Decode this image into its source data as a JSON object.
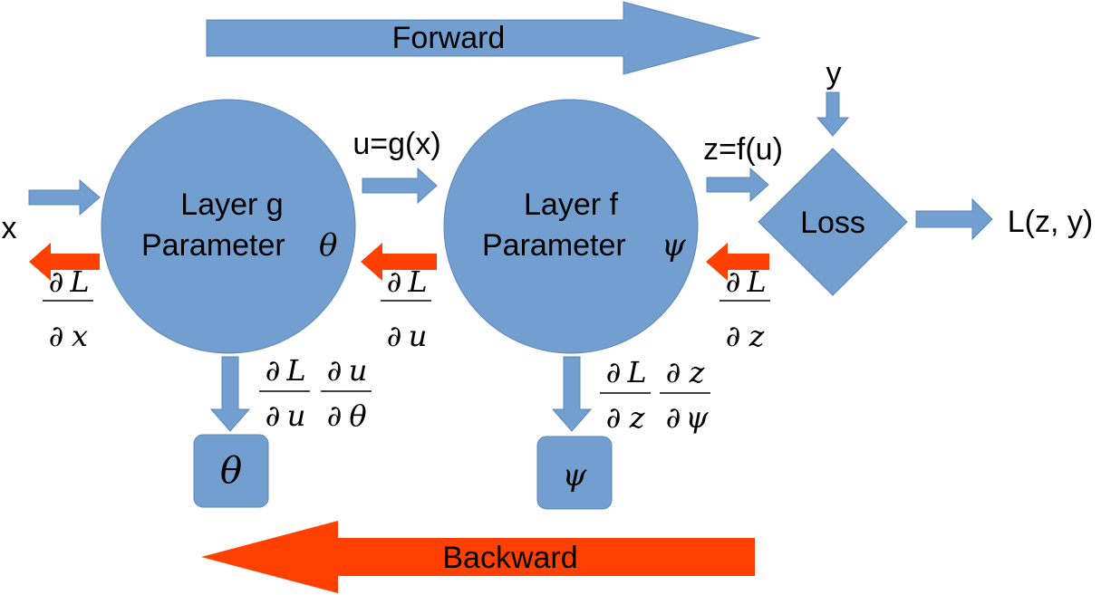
{
  "colors": {
    "node_fill": "#729fcf",
    "node_stroke": "#5b86b8",
    "forward": "#729fcf",
    "backward": "#ff4000",
    "text": "#000000"
  },
  "banners": {
    "forward": "Forward",
    "backward": "Backward"
  },
  "nodes": {
    "layer_g": {
      "title": "Layer g",
      "param_label": "Parameter",
      "param_symbol": "θ"
    },
    "layer_f": {
      "title": "Layer f",
      "param_label": "Parameter",
      "param_symbol": "ψ"
    },
    "loss": {
      "label": "Loss"
    },
    "theta_box": {
      "symbol": "θ"
    },
    "psi_box": {
      "symbol": "ψ"
    }
  },
  "labels": {
    "input_x": "x",
    "input_y": "y",
    "u_eq": "u=g(x)",
    "z_eq": "z=f(u)",
    "output": "L(z, y)"
  },
  "partials": {
    "partial": "∂",
    "dL_dx": {
      "num": "L",
      "den": "x"
    },
    "dL_du": {
      "num": "L",
      "den": "u"
    },
    "dL_dz": {
      "num": "L",
      "den": "z"
    },
    "grad_theta": [
      {
        "num": "L",
        "den": "u"
      },
      {
        "num": "u",
        "den": "θ"
      }
    ],
    "grad_psi": [
      {
        "num": "L",
        "den": "z"
      },
      {
        "num": "z",
        "den": "ψ"
      }
    ]
  }
}
